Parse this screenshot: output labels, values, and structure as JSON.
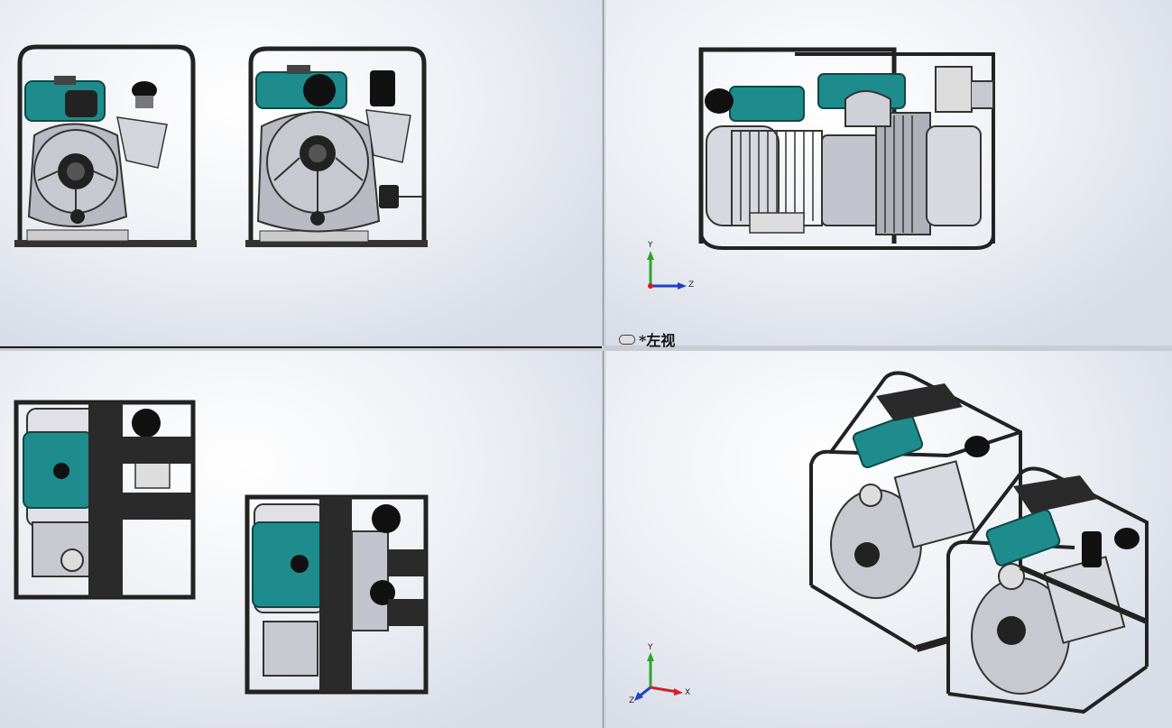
{
  "views": {
    "top_right": {
      "label": "*左视"
    }
  },
  "triads": {
    "top_right": {
      "y": "Y",
      "z": "Z"
    },
    "bottom_right": {
      "y": "Y",
      "x": "X",
      "z": "Z"
    }
  },
  "colors": {
    "engine_teal": "#1e8c8c",
    "frame_dark": "#2a2a2a",
    "metal": "#b9b9c4",
    "axis_x": "#d42020",
    "axis_y": "#2aa52a",
    "axis_z": "#2040c0"
  }
}
